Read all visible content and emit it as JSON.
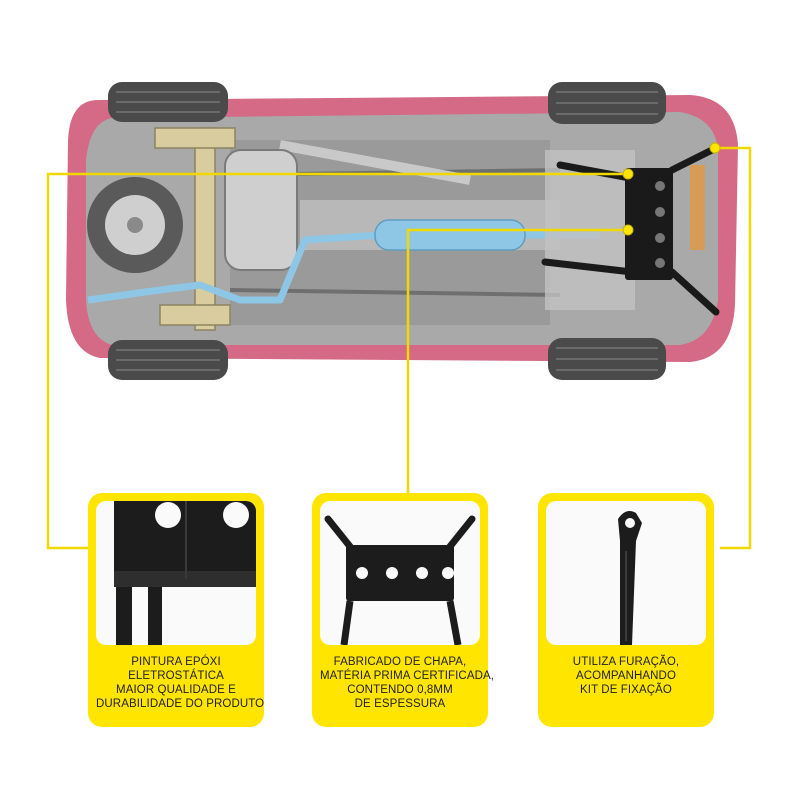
{
  "colors": {
    "accent": "#ffe500",
    "body": "#d46a86",
    "bracket": "#1a1a1a",
    "exhaust": "#8ec6e6"
  },
  "panels": [
    {
      "lines": [
        "PINTURA EPÓXI",
        "ELETROSTÁTICA",
        "MAIOR QUALIDADE E",
        "DURABILIDADE DO PRODUTO"
      ]
    },
    {
      "lines": [
        "FABRICADO DE CHAPA,",
        "MATÉRIA PRIMA CERTIFICADA,",
        "CONTENDO 0,8MM",
        "DE ESPESSURA"
      ]
    },
    {
      "lines": [
        "UTILIZA FURAÇÃO,",
        "ACOMPANHANDO",
        "KIT DE FIXAÇÃO"
      ]
    }
  ]
}
